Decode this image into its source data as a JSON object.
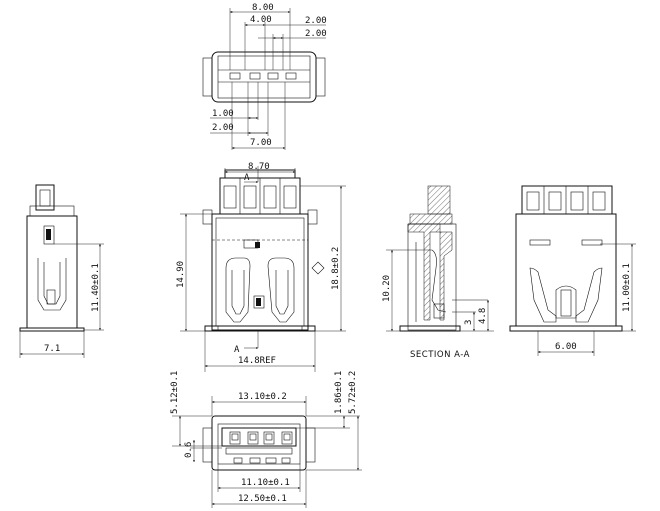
{
  "top_view": {
    "dim_8_00": "8.00",
    "dim_4_00": "4.00",
    "dim_2_00_upper_a": "2.00",
    "dim_2_00_upper_b": "2.00",
    "dim_1_00": "1.00",
    "dim_2_00_lower": "2.00",
    "dim_7_00": "7.00"
  },
  "side_view": {
    "dim_height": "11.40±0.1",
    "dim_width": "7.1"
  },
  "front_view": {
    "dim_8_70": "8.70",
    "dim_14_90": "14.90",
    "dim_18_8": "18.8±0.2",
    "dim_14_8ref": "14.8REF",
    "section_mark_top": "A",
    "section_mark_bottom": "A"
  },
  "section_view": {
    "dim_10_20": "10.20",
    "dim_3": "3",
    "dim_4_8": "4.8",
    "title": "SECTION  A-A"
  },
  "rear_view": {
    "dim_height": "11.00±0.1",
    "dim_width": "6.00"
  },
  "bottom_view": {
    "dim_13_10": "13.10±0.2",
    "dim_5_12": "5.12±0.1",
    "dim_0_6": "0.6",
    "dim_1_86": "1.86±0.1",
    "dim_5_72": "5.72±0.2",
    "dim_11_10": "11.10±0.1",
    "dim_12_50": "12.50±0.1"
  }
}
